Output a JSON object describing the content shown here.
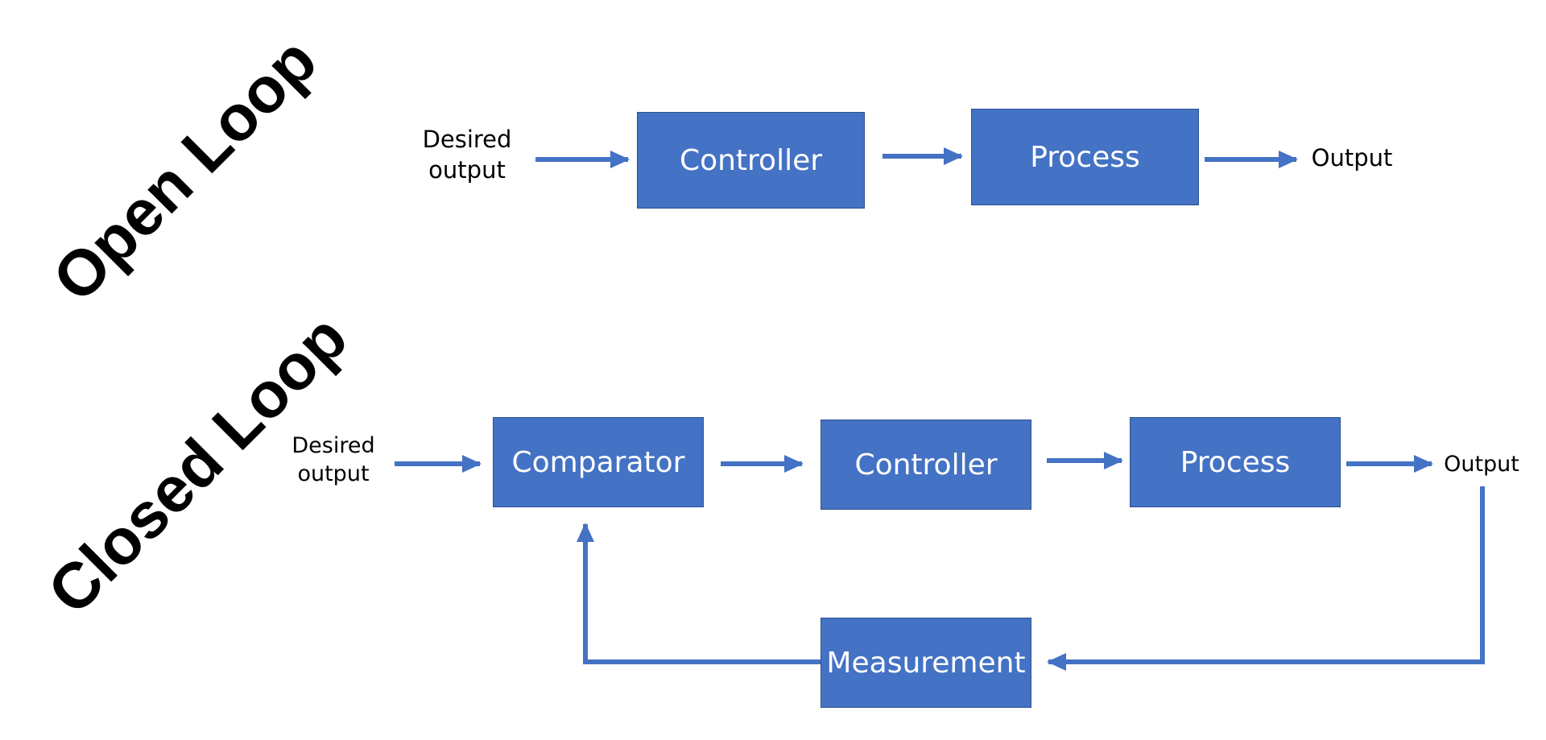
{
  "colors": {
    "box_fill": "#4472c4",
    "box_border": "#2f528f",
    "arrow": "#4472c4",
    "box_text": "#ffffff",
    "text": "#000000"
  },
  "open_loop": {
    "title": "Open Loop",
    "input_label": "Desired\noutput",
    "controller": "Controller",
    "process": "Process",
    "output_label": "Output"
  },
  "closed_loop": {
    "title": "Closed Loop",
    "input_label": "Desired\noutput",
    "comparator": "Comparator",
    "controller": "Controller",
    "process": "Process",
    "output_label": "Output",
    "measurement": "Measurement"
  }
}
